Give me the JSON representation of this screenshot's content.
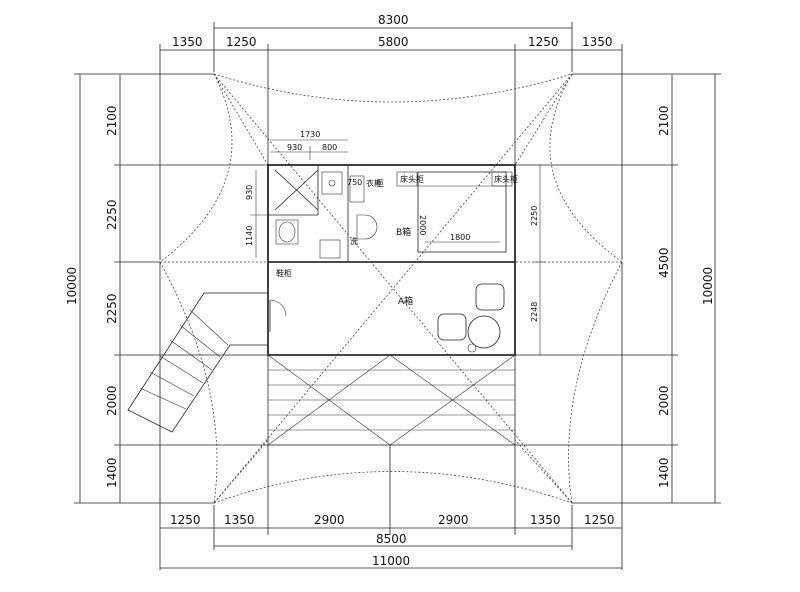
{
  "dimensions": {
    "top_total": "8300",
    "top_segments": [
      "1350",
      "1250",
      "5800",
      "1250",
      "1350"
    ],
    "bottom_segments": [
      "1250",
      "1350",
      "2900",
      "2900",
      "1350",
      "1250"
    ],
    "bottom_mid": "8500",
    "bottom_total": "11000",
    "left_segments": [
      "2100",
      "2250",
      "2250",
      "2000",
      "1400"
    ],
    "left_total": "10000",
    "right_segments": [
      "2100",
      "4500",
      "2000",
      "1400"
    ],
    "right_total": "10000",
    "inner_top_total": "1730",
    "inner_top_segments": [
      "930",
      "800"
    ],
    "inner_left": [
      "930",
      "1140"
    ],
    "inner_right": [
      "2250",
      "2248"
    ],
    "bed_width": "1800",
    "bed_length": "2000"
  },
  "rooms": {
    "room_a": "A箱",
    "room_b": "B箱"
  },
  "small_labels": {
    "bedside_left": "床头柜",
    "bedside_right": "床头柜",
    "wardrobe": "衣柜",
    "cabinet": "柜",
    "sink": "洗",
    "entry": "鞋柜",
    "shower_size": "750"
  }
}
